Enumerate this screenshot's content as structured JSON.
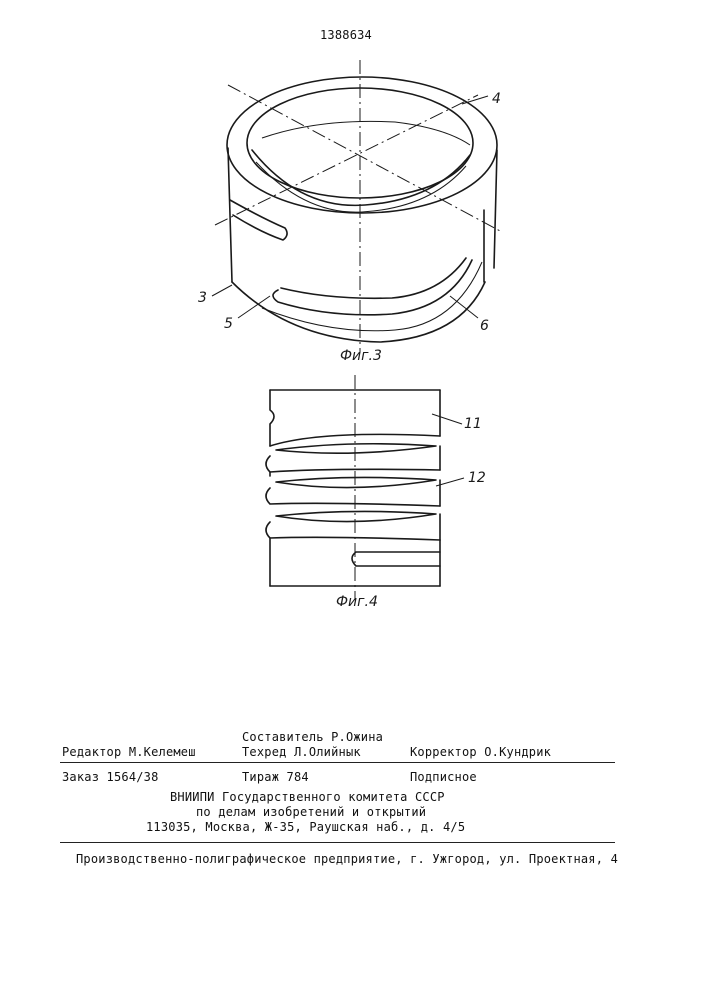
{
  "header": {
    "patent_number": "1388634"
  },
  "figure3": {
    "caption": "Фиг.3",
    "labels": {
      "part_3": "3",
      "part_4": "4",
      "part_5": "5",
      "part_6": "6"
    }
  },
  "figure4": {
    "caption": "Фиг.4",
    "labels": {
      "part_11": "11",
      "part_12": "12"
    }
  },
  "footer": {
    "compiler": "Составитель Р.Ожина",
    "editor": "Редактор М.Келемеш",
    "techred": "Техред Л.Олийнык",
    "corrector": "Корректор О.Кундрик",
    "order": "Заказ 1564/38",
    "circulation": "Тираж 784",
    "subscription": "Подписное",
    "org_line1": "ВНИИПИ Государственного комитета СССР",
    "org_line2": "по делам изобретений и открытий",
    "org_address": "113035, Москва, Ж-35, Раушская наб., д. 4/5",
    "printer": "Производственно-полиграфическое предприятие, г. Ужгород, ул. Проектная, 4"
  }
}
